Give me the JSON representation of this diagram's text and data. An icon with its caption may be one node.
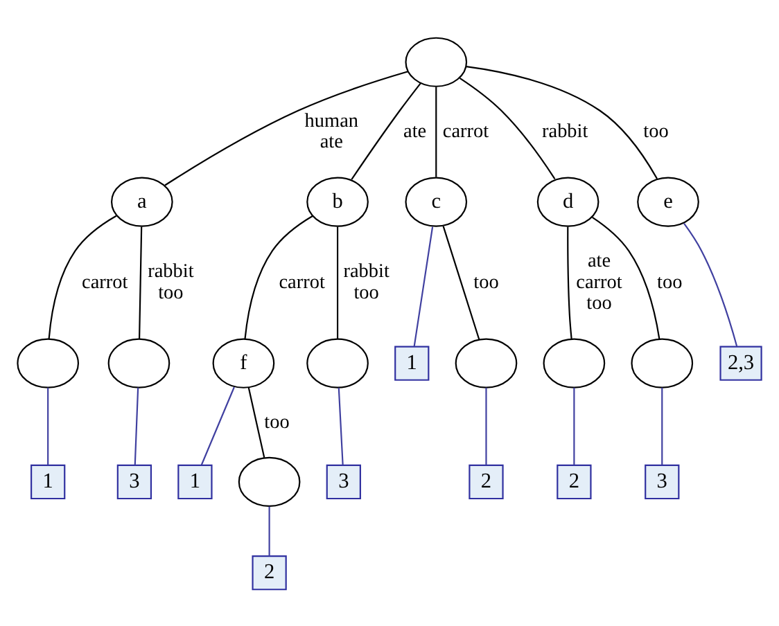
{
  "diagram": {
    "nodes": [
      {
        "text": [],
        "shape": "circle"
      },
      {
        "text": [
          "a"
        ]
      },
      {
        "text": [
          "b"
        ]
      },
      {
        "text": [
          "c"
        ]
      },
      {
        "text": [
          "d"
        ]
      },
      {
        "text": [
          "e"
        ]
      },
      {
        "text": [
          "1"
        ]
      },
      {
        "text": [
          "2,3"
        ]
      },
      {
        "text": [],
        "shape": "circle"
      },
      {
        "text": [],
        "shape": "circle"
      },
      {
        "text": [
          "f"
        ]
      },
      {
        "text": [],
        "shape": "circle"
      },
      {
        "text": [],
        "shape": "circle"
      },
      {
        "text": [],
        "shape": "circle"
      },
      {
        "text": [],
        "shape": "circle"
      },
      {
        "text": [
          "1"
        ]
      },
      {
        "text": [
          "3"
        ]
      },
      {
        "text": [
          "1"
        ]
      },
      {
        "text": [
          "3"
        ]
      },
      {
        "text": [
          "2"
        ]
      },
      {
        "text": [
          "2"
        ]
      },
      {
        "text": [
          "3"
        ]
      },
      {
        "text": [],
        "shape": "circle"
      },
      {
        "text": [
          "2"
        ]
      }
    ],
    "edges": [
      {
        "from": 0,
        "to": 1,
        "arrow": "none",
        "label": "human ate"
      },
      {
        "from": 0,
        "to": 2,
        "arrow": "none",
        "label": "ate"
      },
      {
        "from": 0,
        "to": 3,
        "arrow": "none",
        "label": "carrot"
      },
      {
        "from": 0,
        "to": 4,
        "arrow": "none",
        "label": "rabbit"
      },
      {
        "from": 0,
        "to": 5,
        "arrow": "none",
        "label": "too"
      },
      {
        "from": 1,
        "to": 8,
        "arrow": "none",
        "label": "carrot"
      },
      {
        "from": 1,
        "to": 9,
        "arrow": "none",
        "label": "rabbit too"
      },
      {
        "from": 2,
        "to": 10,
        "arrow": "none",
        "label": "carrot"
      },
      {
        "from": 2,
        "to": 11,
        "arrow": "none",
        "label": "rabbit too"
      },
      {
        "from": 3,
        "to": 6,
        "arrow": "none",
        "color": "#4040a0"
      },
      {
        "from": 3,
        "to": 12,
        "arrow": "none",
        "label": "too"
      },
      {
        "from": 4,
        "to": 13,
        "arrow": "none",
        "label": "ate carrot too"
      },
      {
        "from": 4,
        "to": 14,
        "arrow": "none",
        "label": "too"
      },
      {
        "from": 5,
        "to": 7,
        "arrow": "none",
        "color": "#4040a0"
      },
      {
        "from": 8,
        "to": 15,
        "arrow": "none",
        "color": "#4040a0"
      },
      {
        "from": 9,
        "to": 16,
        "arrow": "none",
        "color": "#4040a0"
      },
      {
        "from": 10,
        "to": 22,
        "arrow": "none",
        "label": "too"
      },
      {
        "from": 10,
        "to": 17,
        "arrow": "none",
        "color": "#4040a0"
      },
      {
        "from": 11,
        "to": 18,
        "arrow": "none",
        "color": "#4040a0"
      },
      {
        "from": 12,
        "to": 19,
        "arrow": "none",
        "color": "#4040a0"
      },
      {
        "from": 13,
        "to": 20,
        "arrow": "none",
        "color": "#4040a0"
      },
      {
        "from": 14,
        "to": 21,
        "arrow": "none",
        "color": "#4040a0"
      },
      {
        "from": 22,
        "to": 23,
        "arrow": "none",
        "color": "#4040a0"
      }
    ]
  }
}
